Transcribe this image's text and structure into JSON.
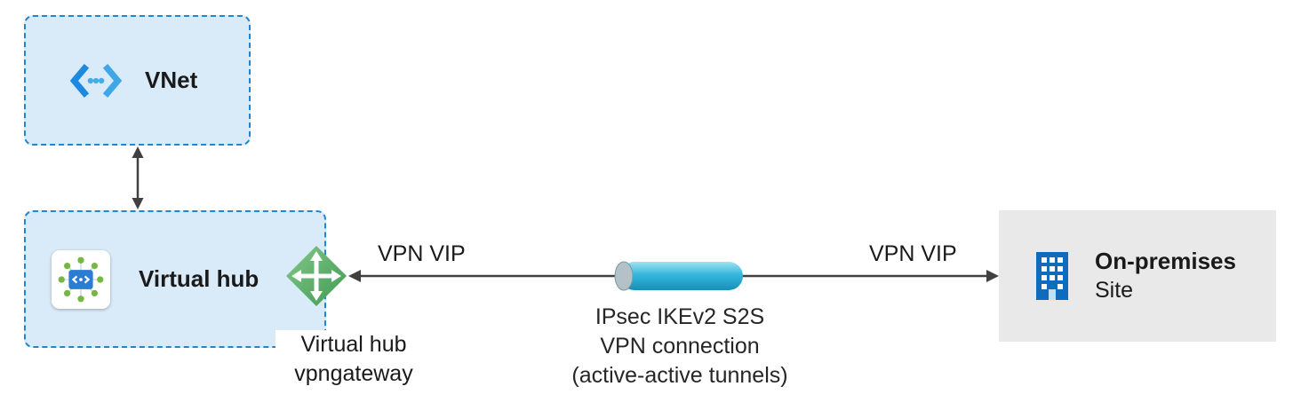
{
  "diagram": {
    "vnet": {
      "label": "VNet"
    },
    "virtual_hub": {
      "label": "Virtual hub"
    },
    "gateway_label": {
      "line1": "Virtual hub",
      "line2": "vpngateway"
    },
    "connection": {
      "left_vip": "VPN VIP",
      "right_vip": "VPN VIP",
      "caption1": "IPsec IKEv2 S2S",
      "caption2": "VPN connection",
      "caption3": "(active-active tunnels)"
    },
    "on_premises": {
      "title": "On-premises",
      "subtitle": "Site"
    },
    "colors": {
      "box_fill": "#d9eaf8",
      "box_border": "#1f86d2",
      "arrow": "#404040",
      "gateway_green": "#55a85e",
      "tunnel_cyan": "#2bb0d8",
      "onprem_fill": "#e9e9e9",
      "building_blue": "#0f6cbd",
      "text": "#1a1a1a"
    }
  }
}
